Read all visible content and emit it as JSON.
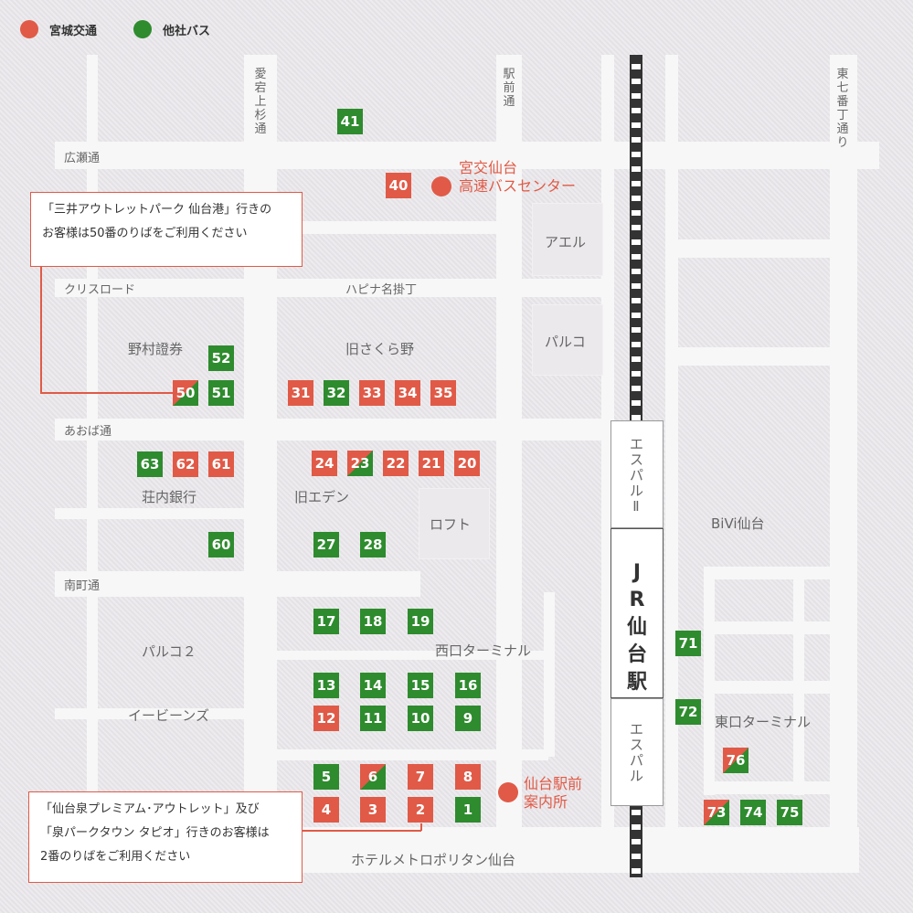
{
  "legend": {
    "miyagi": "宮城交通",
    "other": "他社バス",
    "colors": {
      "miyagi": "#e05a47",
      "other": "#2e8b2e"
    }
  },
  "streets": {
    "hirose": "広瀬通",
    "crisroad": "クリスロード",
    "hapina": "ハピナ名掛丁",
    "aoba": "あおば通",
    "minamimachi": "南町通",
    "atago": "愛宕上杉通",
    "ekimae": "駅前通",
    "higashi7": "東七番丁通り"
  },
  "buildings": {
    "aeru": "アエル",
    "parco": "パルコ",
    "nomura": "野村證券",
    "sakurano": "旧さくら野",
    "shonai": "荘内銀行",
    "eden": "旧エデン",
    "loft": "ロフト",
    "parco2": "パルコ２",
    "ebeans": "イービーンズ",
    "nishiguchi": "西口ターミナル",
    "higashiguchi": "東口ターミナル",
    "bivi": "BiVi仙台",
    "hotel": "ホテルメトロポリタン仙台",
    "esparII": "エスパルⅡ",
    "espar": "エスパル",
    "jr": "JR仙台駅"
  },
  "places": {
    "highway_center_line1": "宮交仙台",
    "highway_center_line2": "高速バスセンター",
    "info_line1": "仙台駅前",
    "info_line2": "案内所"
  },
  "notes": {
    "top_line1": "「三井アウトレットパーク 仙台港」行きの",
    "top_line2": "お客様は50番のりばをご利用ください",
    "bottom_line1": "「仙台泉プレミアム･アウトレット」及び",
    "bottom_line2": "「泉パークタウン タピオ」行きのお客様は",
    "bottom_line3": "2番のりばをご利用ください"
  },
  "stops": {
    "s41": "41",
    "s40": "40",
    "s52": "52",
    "s50": "50",
    "s51": "51",
    "s31": "31",
    "s32": "32",
    "s33": "33",
    "s34": "34",
    "s35": "35",
    "s63": "63",
    "s62": "62",
    "s61": "61",
    "s24": "24",
    "s23": "23",
    "s22": "22",
    "s21": "21",
    "s20": "20",
    "s60": "60",
    "s27": "27",
    "s28": "28",
    "s17": "17",
    "s18": "18",
    "s19": "19",
    "s13": "13",
    "s14": "14",
    "s15": "15",
    "s16": "16",
    "s12": "12",
    "s11": "11",
    "s10": "10",
    "s9": "9",
    "s5": "5",
    "s6": "6",
    "s7": "7",
    "s8": "8",
    "s4": "4",
    "s3": "3",
    "s2": "2",
    "s1": "1",
    "s71": "71",
    "s72": "72",
    "s76": "76",
    "s73": "73",
    "s74": "74",
    "s75": "75"
  }
}
